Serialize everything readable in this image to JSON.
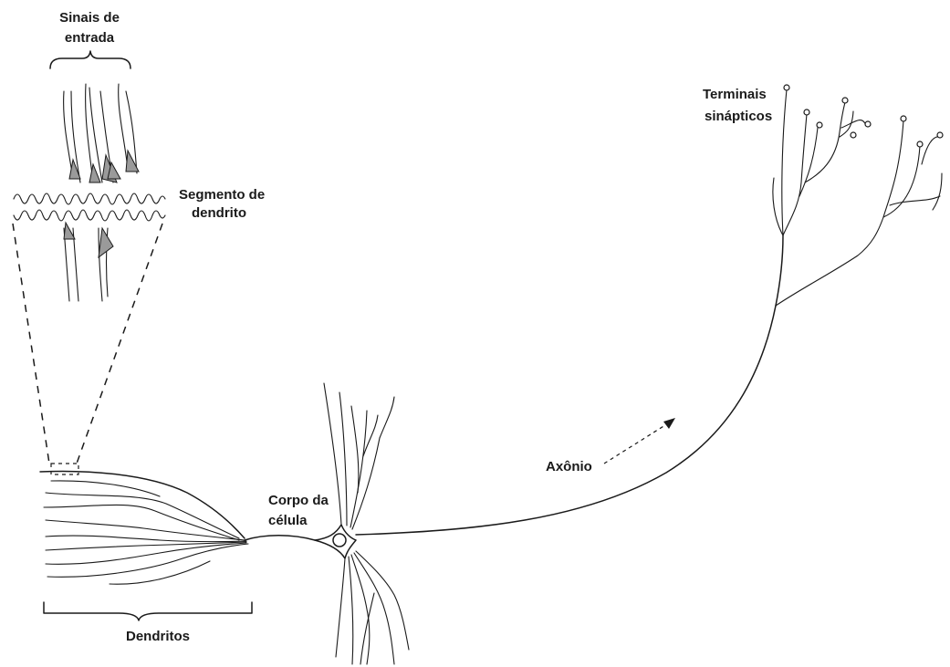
{
  "labels": {
    "input_signals": [
      "Sinais de",
      "entrada"
    ],
    "dendrite_segment": [
      "Segmento de",
      "dendrito"
    ],
    "synaptic_terminals": [
      "Terminais",
      "sinápticos"
    ],
    "axon": "Axônio",
    "cell_body": [
      "Corpo da",
      "célula"
    ],
    "dendrites": "Dendritos"
  }
}
